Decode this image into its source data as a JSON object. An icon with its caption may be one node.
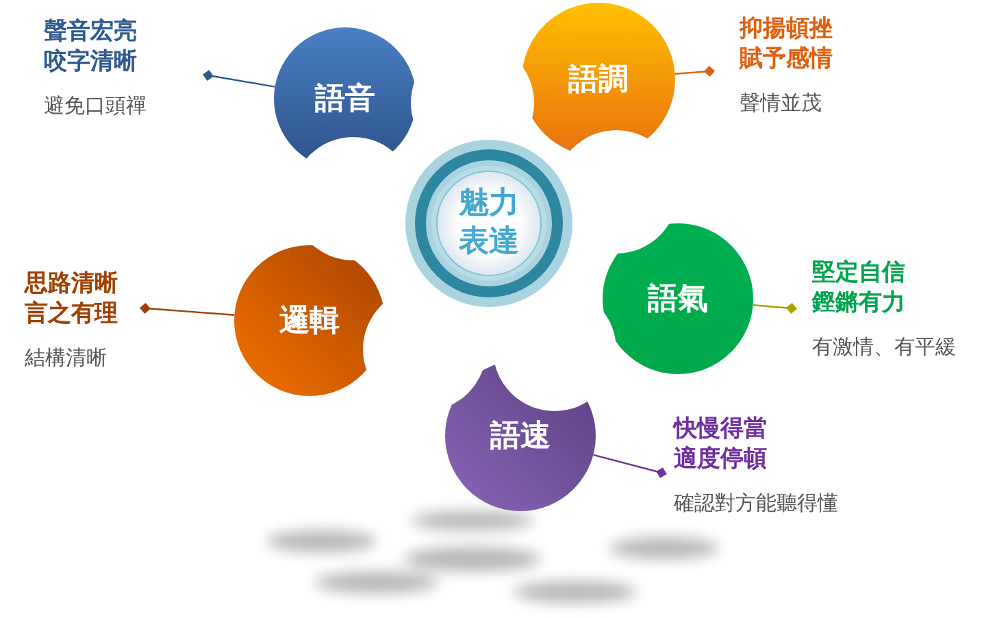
{
  "diagram": {
    "nodes": [
      {
        "text": [
          "魅力表達"
        ]
      },
      {
        "text": [
          "語音"
        ]
      },
      {
        "text": [
          "語調"
        ]
      },
      {
        "text": [
          "語氣"
        ]
      },
      {
        "text": [
          "語速"
        ]
      },
      {
        "text": [
          "邏輯"
        ]
      },
      {
        "text": [
          "聲音宏亮咬字清晰",
          "避免口頭禪"
        ]
      },
      {
        "text": [
          "抑揚頓挫賦予感情",
          "聲情並茂"
        ]
      },
      {
        "text": [
          "堅定自信鏗鏘有力",
          "有激情、有平緩"
        ]
      },
      {
        "text": [
          "快慢得當適度停頓",
          "確認對方能聽得懂"
        ]
      },
      {
        "text": [
          "思路清晰言之有理",
          "結構清晰"
        ]
      }
    ],
    "edges": [
      {
        "from": 1,
        "to": 6,
        "arrow": "other",
        "color": "#2f5a8f"
      },
      {
        "from": 2,
        "to": 7,
        "arrow": "other",
        "color": "#e06010"
      },
      {
        "from": 3,
        "to": 8,
        "arrow": "other",
        "color": "#a8a000"
      },
      {
        "from": 4,
        "to": 9,
        "arrow": "other",
        "color": "#7030a0"
      },
      {
        "from": 5,
        "to": 10,
        "arrow": "other",
        "color": "#a04000"
      }
    ]
  }
}
